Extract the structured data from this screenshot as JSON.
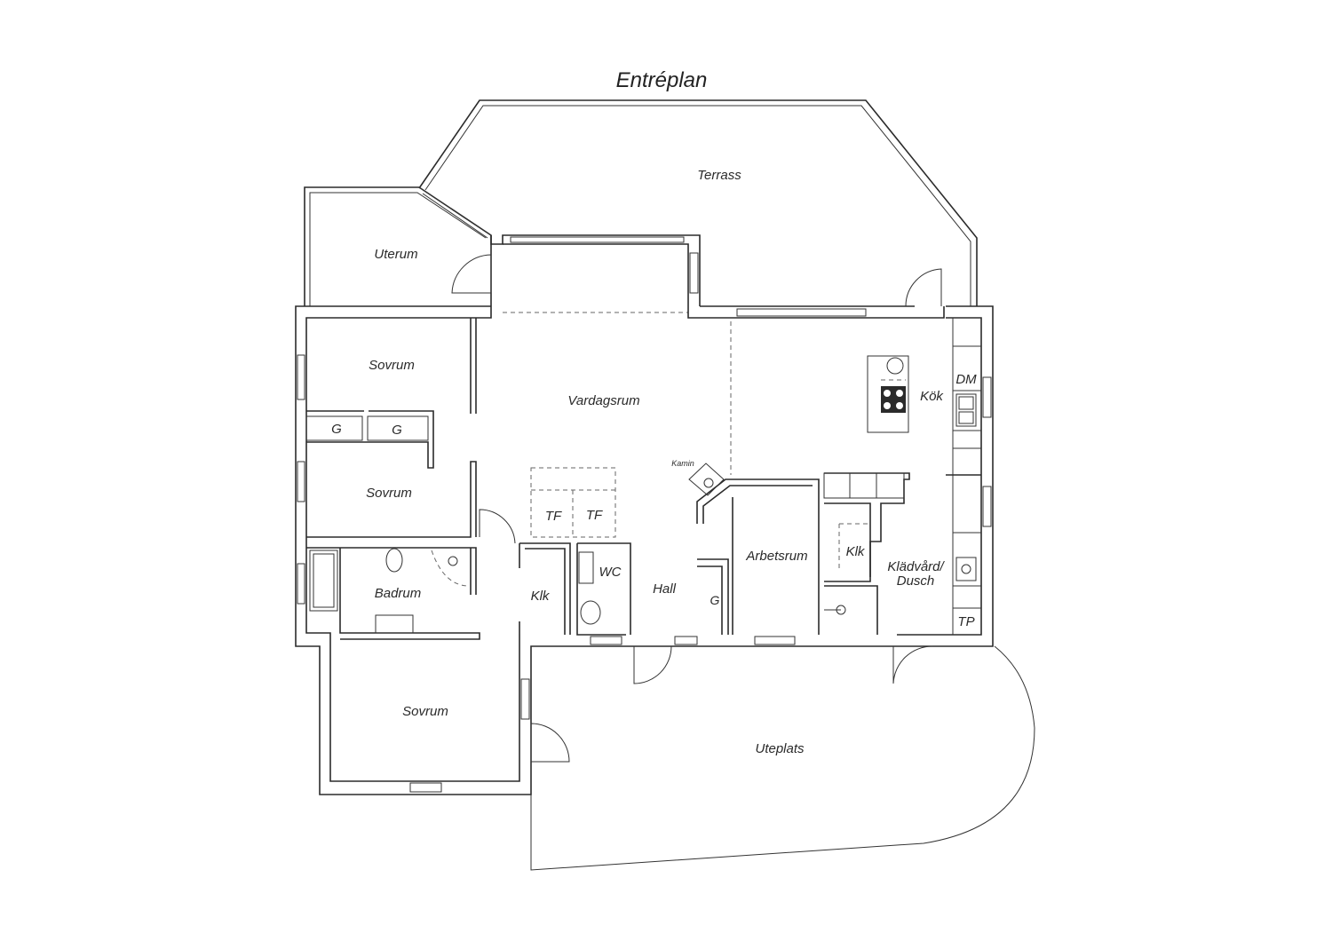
{
  "title": "Entréplan",
  "rooms": {
    "terrass": "Terrass",
    "uterum": "Uterum",
    "sovrum_1": "Sovrum",
    "sovrum_2": "Sovrum",
    "sovrum_3": "Sovrum",
    "garderob_1": "G",
    "garderob_2": "G",
    "garderob_3": "G",
    "vardagsrum": "Vardagsrum",
    "kok": "Kök",
    "dm": "DM",
    "kamin": "Kamin",
    "tf_1": "TF",
    "tf_2": "TF",
    "badrum": "Badrum",
    "klk_1": "Klk",
    "klk_2": "Klk",
    "wc": "WC",
    "hall": "Hall",
    "arbetsrum": "Arbetsrum",
    "kladvard_line1": "Klädvård/",
    "kladvard_line2": "Dusch",
    "tp": "TP",
    "uteplats": "Uteplats"
  }
}
